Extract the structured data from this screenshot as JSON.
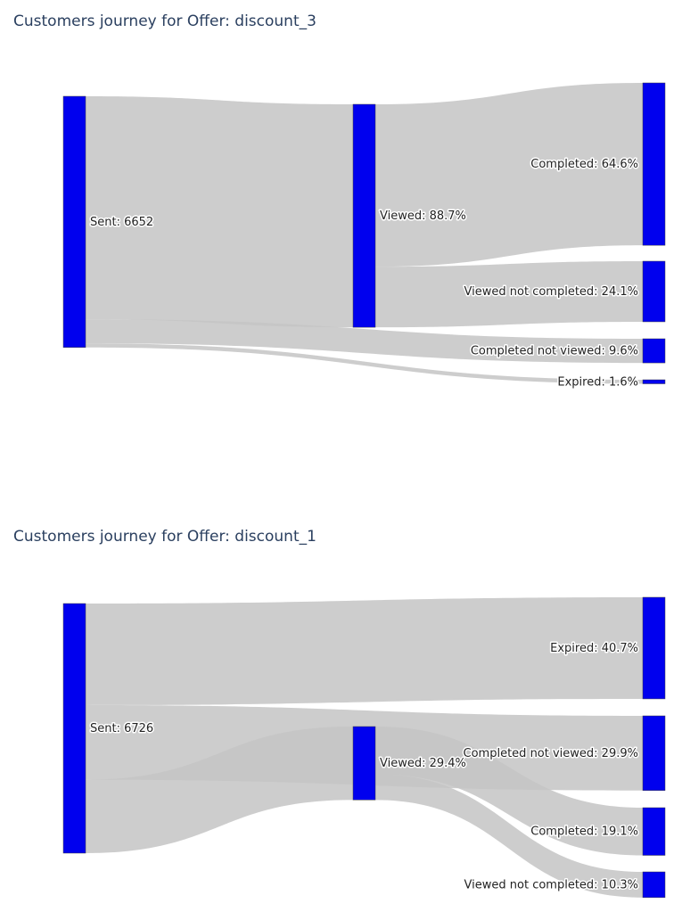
{
  "figures": [
    {
      "title": "Customers journey for Offer: discount_3",
      "node_color": "#0000ee",
      "link_color": "#c4c4c4",
      "nodes": [
        {
          "id": "sent",
          "label": "Sent: 6652"
        },
        {
          "id": "viewed",
          "label": "Viewed: 88.7%"
        },
        {
          "id": "completed",
          "label": "Completed: 64.6%"
        },
        {
          "id": "viewed_not_completed",
          "label": "Viewed not completed: 24.1%"
        },
        {
          "id": "completed_not_viewed",
          "label": "Completed not viewed: 9.6%"
        },
        {
          "id": "expired",
          "label": "Expired: 1.6%"
        }
      ],
      "links": [
        {
          "source": "sent",
          "target": "viewed",
          "value": 88.7
        },
        {
          "source": "sent",
          "target": "completed_not_viewed",
          "value": 9.6
        },
        {
          "source": "sent",
          "target": "expired",
          "value": 1.6
        },
        {
          "source": "viewed",
          "target": "completed",
          "value": 64.6
        },
        {
          "source": "viewed",
          "target": "viewed_not_completed",
          "value": 24.1
        }
      ]
    },
    {
      "title": "Customers journey for Offer: discount_1",
      "node_color": "#0000ee",
      "link_color": "#c4c4c4",
      "nodes": [
        {
          "id": "sent",
          "label": "Sent: 6726"
        },
        {
          "id": "viewed",
          "label": "Viewed: 29.4%"
        },
        {
          "id": "expired",
          "label": "Expired: 40.7%"
        },
        {
          "id": "completed_not_viewed",
          "label": "Completed not viewed: 29.9%"
        },
        {
          "id": "completed",
          "label": "Completed: 19.1%"
        },
        {
          "id": "viewed_not_completed",
          "label": "Viewed not completed: 10.3%"
        }
      ],
      "links": [
        {
          "source": "sent",
          "target": "expired",
          "value": 40.7
        },
        {
          "source": "sent",
          "target": "completed_not_viewed",
          "value": 29.9
        },
        {
          "source": "sent",
          "target": "viewed",
          "value": 29.4
        },
        {
          "source": "viewed",
          "target": "completed",
          "value": 19.1
        },
        {
          "source": "viewed",
          "target": "viewed_not_completed",
          "value": 10.3
        }
      ]
    }
  ]
}
